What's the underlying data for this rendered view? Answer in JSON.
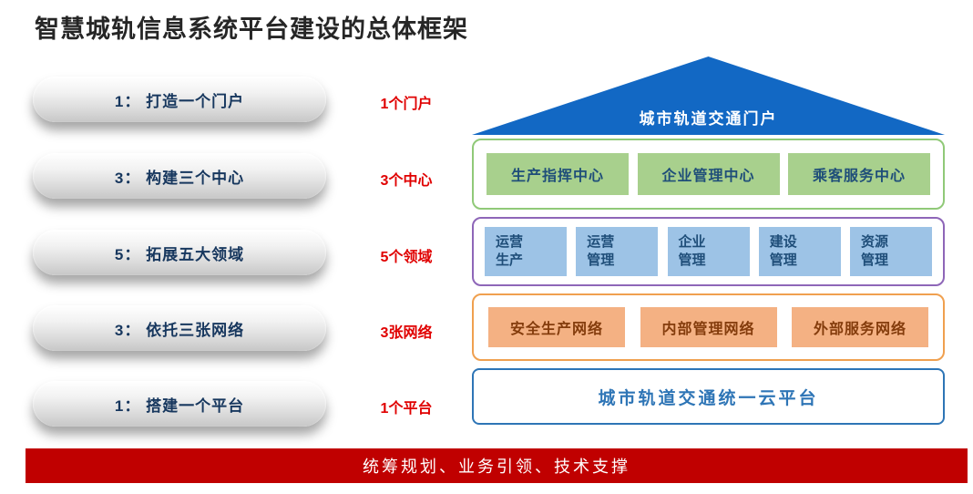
{
  "title": "智慧城轨信息系统平台建设的总体框架",
  "rows": [
    {
      "pill": "1： 打造一个门户",
      "tag": "1个门户"
    },
    {
      "pill": "3： 构建三个中心",
      "tag": "3个中心"
    },
    {
      "pill": "5： 拓展五大领域",
      "tag": "5个领域"
    },
    {
      "pill": "3： 依托三张网络",
      "tag": "3张网络"
    },
    {
      "pill": "1： 搭建一个平台",
      "tag": "1个平台"
    }
  ],
  "diagram": {
    "portal": "城市轨道交通门户",
    "centers": [
      "生产指挥中心",
      "企业管理中心",
      "乘客服务中心"
    ],
    "domains": [
      {
        "line1": "运营",
        "line2": "生产"
      },
      {
        "line1": "运营",
        "line2": "管理"
      },
      {
        "line1": "企业",
        "line2": "管理"
      },
      {
        "line1": "建设",
        "line2": "管理"
      },
      {
        "line1": "资源",
        "line2": "管理"
      }
    ],
    "networks": [
      "安全生产网络",
      "内部管理网络",
      "外部服务网络"
    ],
    "platform": "城市轨道交通统一云平台"
  },
  "footer": "统筹规划、业务引领、技术支撑",
  "colors": {
    "roof_blue": "#1268c4",
    "green_border": "#90c978",
    "green_fill": "#a8d08d",
    "purple_border": "#8e66b8",
    "blue_fill": "#9dc3e6",
    "orange_border": "#f0a04f",
    "orange_fill": "#f4b183",
    "orange_text": "#843c0c",
    "platform_border": "#2e75b6",
    "footer_red": "#c00000",
    "label_red": "#e00000",
    "navy_text": "#1f4e79",
    "pill_text": "#17375e"
  }
}
